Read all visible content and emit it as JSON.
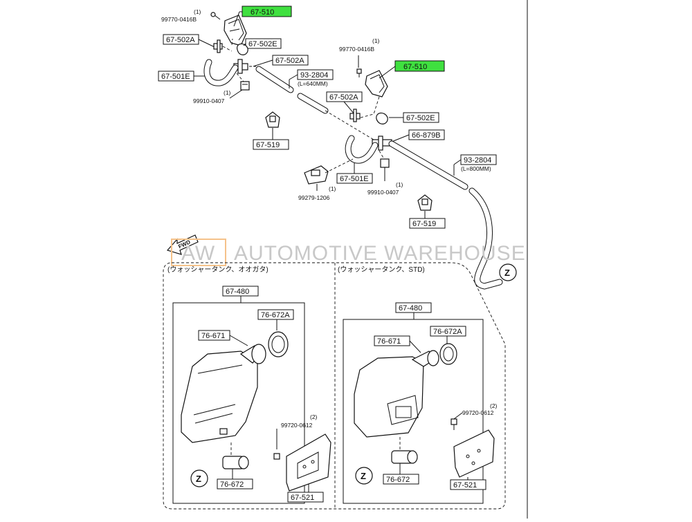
{
  "watermark": {
    "logo": "AW",
    "text": "AUTOMOTIVE WAREHOUSE"
  },
  "fwd_label": "FWD",
  "z_marker": "Z",
  "labels": {
    "p67_510_a": "67-510",
    "p67_510_b": "67-510",
    "p99770_a": "99770-0416B",
    "p99770_a_qty": "(1)",
    "p99770_b": "99770-0416B",
    "p99770_b_qty": "(1)",
    "p67_502a_1": "67-502A",
    "p67_502e_1": "67-502E",
    "p67_502a_2": "67-502A",
    "p67_501e_1": "67-501E",
    "p99910_a": "99910-0407",
    "p99910_a_qty": "(1)",
    "p93_2804_a": "93-2804",
    "p93_2804_a_len": "(L=640MM)",
    "p67_502a_3": "67-502A",
    "p67_502e_2": "67-502E",
    "p66_879b": "66-879B",
    "p67_519_a": "67-519",
    "p93_2804_b": "93-2804",
    "p93_2804_b_len": "(L=800MM)",
    "p67_501e_2": "67-501E",
    "p99279": "99279-1206",
    "p99279_qty": "(1)",
    "p99910_b": "99910-0407",
    "p99910_b_qty": "(1)",
    "p67_519_b": "67-519"
  },
  "left_group": {
    "title": "(ウォッシャータンク、オオガタ)",
    "p67_480": "67-480",
    "p76_672a": "76-672A",
    "p76_671": "76-671",
    "p99720": "99720-0612",
    "p99720_qty": "(2)",
    "p76_672": "76-672",
    "p67_521": "67-521"
  },
  "right_group": {
    "title": "(ウォッシャータンク、STD)",
    "p67_480": "67-480",
    "p76_671": "76-671",
    "p76_672a": "76-672A",
    "p99720": "99720-0612",
    "p99720_qty": "(2)",
    "p76_672": "76-672",
    "p67_521": "67-521"
  },
  "colors": {
    "highlight": "#3fe03f",
    "line": "#111111",
    "watermark": "#c8c8c8",
    "logo_box": "#f5c28a"
  }
}
